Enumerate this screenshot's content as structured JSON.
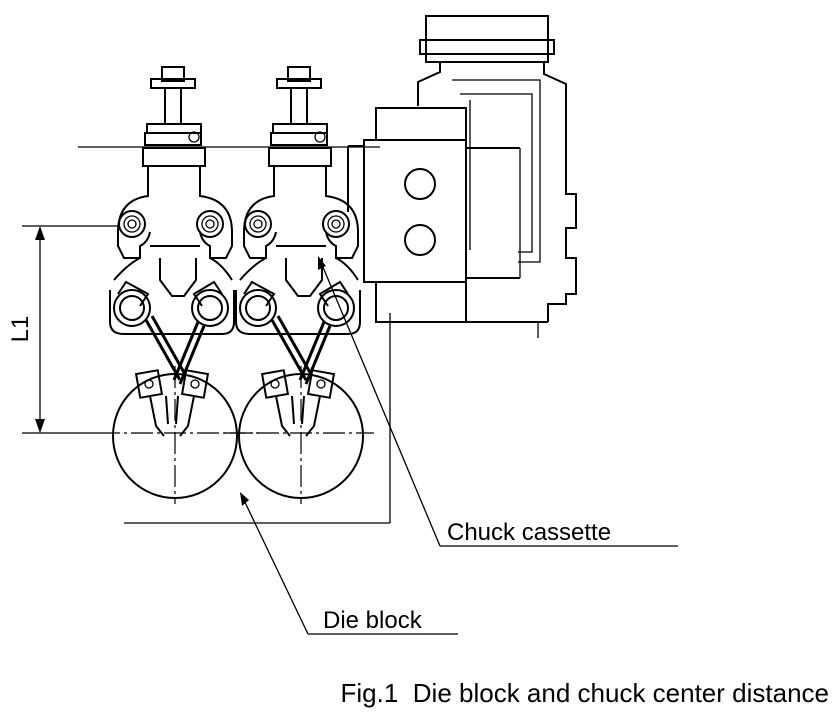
{
  "figure": {
    "caption": "Fig.1  Die block and chuck center distance",
    "labels": {
      "dimension": "L1",
      "chuck_cassette": "Chuck cassette",
      "die_block": "Die block"
    }
  },
  "colors": {
    "ink": "#000000",
    "background": "#ffffff"
  }
}
